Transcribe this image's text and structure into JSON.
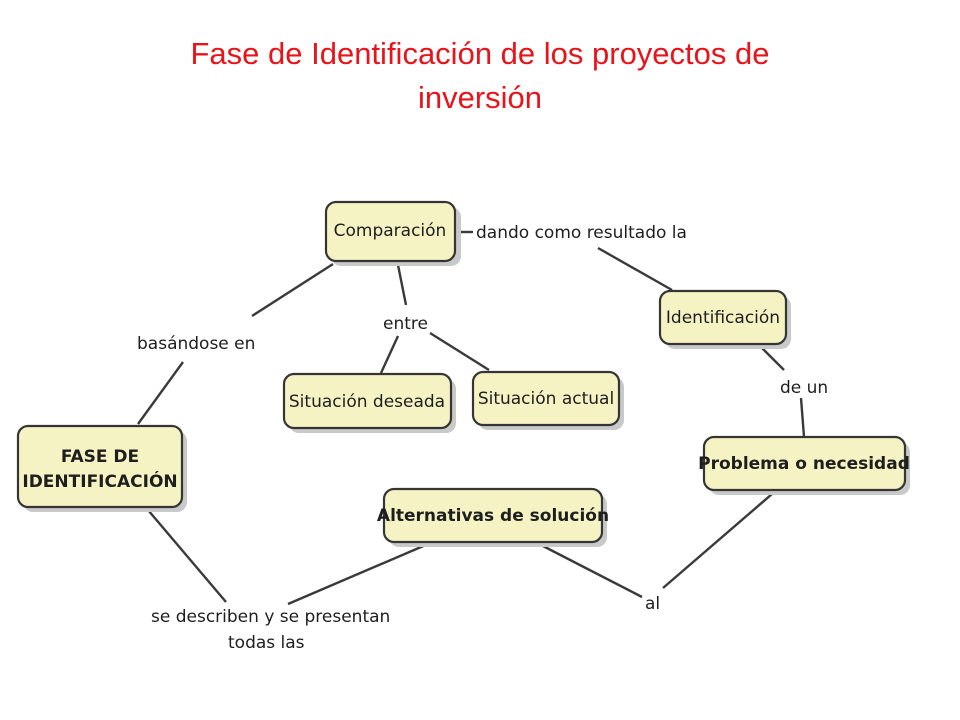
{
  "title": {
    "line1": "Fase de Identificación de los proyectos de",
    "line2": "inversión"
  },
  "concept_map": {
    "nodes": {
      "comparacion": "Comparación",
      "identificacion": "Identificación",
      "situacion_deseada": "Situación deseada",
      "situacion_actual": "Situación actual",
      "fase_line1": "FASE DE",
      "fase_line2": "IDENTIFICACIÓN",
      "problema": "Problema o necesidad",
      "alternativas": "Alternativas de solución"
    },
    "links": {
      "dando": "dando como resultado la",
      "basandose": "basándose en",
      "entre": "entre",
      "de_un": "de un",
      "describen_line1": "se describen y se presentan",
      "describen_line2": "todas las",
      "al": "al"
    }
  }
}
